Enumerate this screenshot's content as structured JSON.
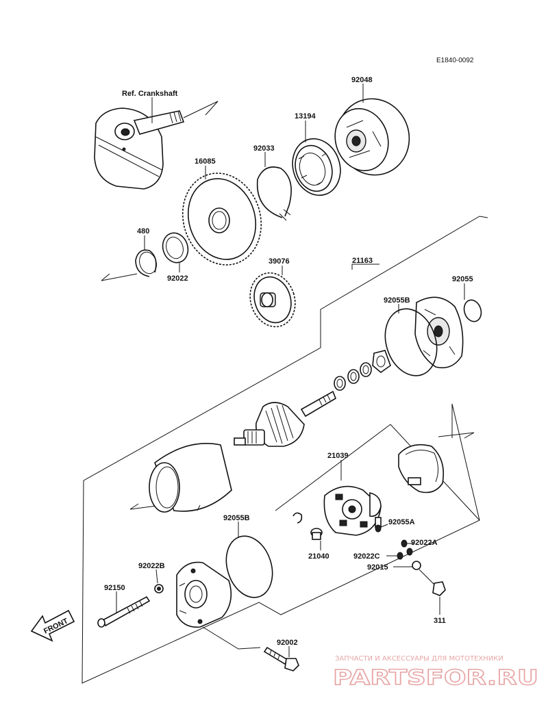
{
  "diagram_code": "E1840-0092",
  "labels": {
    "crankshaft": "Ref. Crankshaft",
    "p92048": "92048",
    "p13194": "13194",
    "p92033": "92033",
    "p16085": "16085",
    "p480": "480",
    "p92022": "92022",
    "p39076": "39076",
    "p21163": "21163",
    "p92055": "92055",
    "p92055B_top": "92055B",
    "p21039": "21039",
    "p92055A": "92055A",
    "p21040": "21040",
    "p92022C": "92022C",
    "p92022A": "92022A",
    "p92015": "92015",
    "p311": "311",
    "p92055B_bottom": "92055B",
    "p92022B": "92022B",
    "p92150": "92150",
    "p92002": "92002"
  },
  "front_arrow": "FRONT",
  "watermark": {
    "line1": "ЗАПЧАСТИ И АКСЕССУАРЫ ДЛЯ МОТОТЕХНИКИ",
    "line2": "PARTSFOR.RU"
  }
}
